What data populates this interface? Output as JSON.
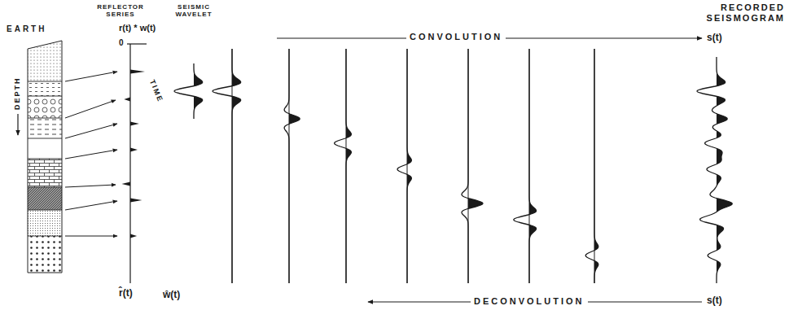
{
  "diagram": {
    "labels": [
      "EARTH",
      "DEPTH",
      "REFLECTOR SERIES",
      "SEISMIC WAVELET",
      "r(t) * w(t)",
      "0",
      "TIME",
      "CONVOLUTION",
      "s(t)",
      "RECORDED SEISMOGRAM",
      "r̂(t)",
      "ŵ(t)",
      "DECONVOLUTION",
      "s(t)"
    ]
  }
}
